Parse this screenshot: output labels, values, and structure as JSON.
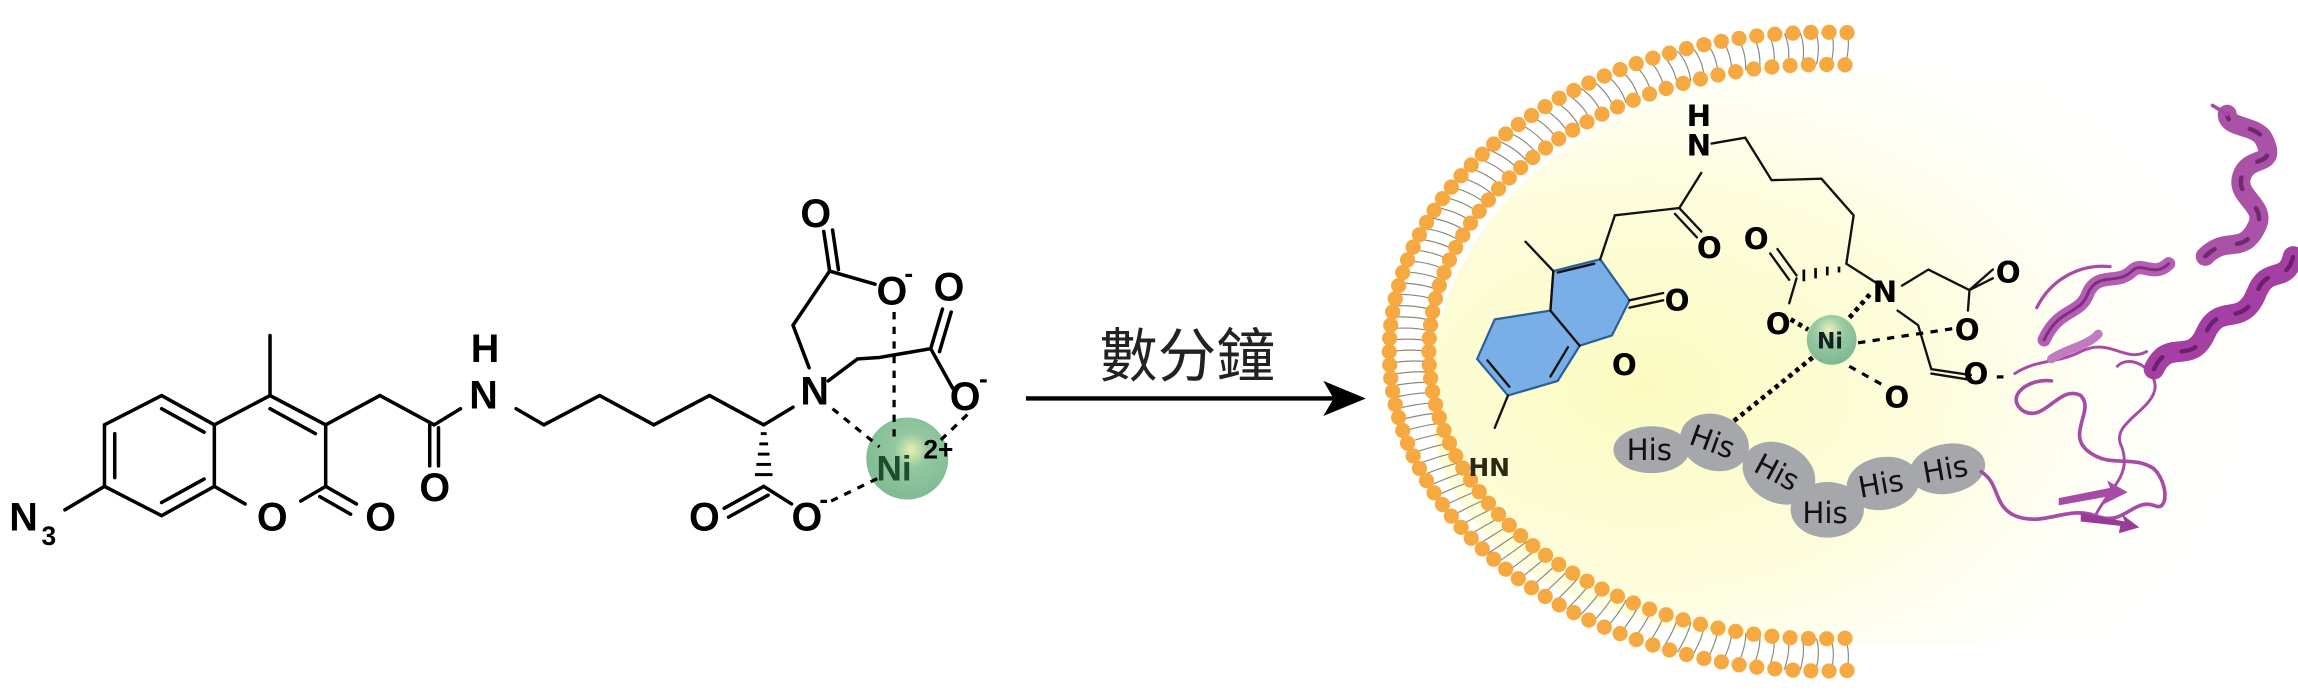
{
  "figure": {
    "type": "chemical reaction scheme",
    "reactant": {
      "name": "azido-coumarin NTA-Ni probe",
      "azide_label": "N",
      "azide_subscript": "3",
      "ring_oxygen": "O",
      "lactone_carbonyl": "O",
      "amide_oxygen": "O",
      "amide_n": "N",
      "amide_h": "H",
      "amine_n": "N",
      "carboxyl_o_top": "O",
      "carboxylate_o_top": "O",
      "carboxyl_o_mid": "O",
      "carboxylate_o_mid": "O",
      "carboxyl_o_bottom": "O",
      "carboxylate_o_bottom": "O",
      "charge_minus": "-",
      "metal": "Ni",
      "metal_charge": "2+"
    },
    "arrow": {
      "label": "數分鐘",
      "label_meaning": "several minutes"
    },
    "product": {
      "amine_label": "HN",
      "amide_n": "N",
      "amide_h": "H",
      "amine_n": "N",
      "oxygen": "O",
      "charge_minus": "-",
      "metal": "Ni",
      "his_tag": [
        "His",
        "His",
        "His",
        "His",
        "His",
        "His"
      ],
      "membrane": "lipid bilayer",
      "protein": "His-tagged protein (ribbon)"
    },
    "colors": {
      "ni_sphere": "#8cc49c",
      "ni_text": "#1f4d2c",
      "coumarin_fill": "#7aaee6",
      "lipid_head": "#f7a941",
      "cell_interior": "#fcfcc8",
      "his_oval": "#a6a7aa",
      "protein": "#a84ba8"
    }
  }
}
